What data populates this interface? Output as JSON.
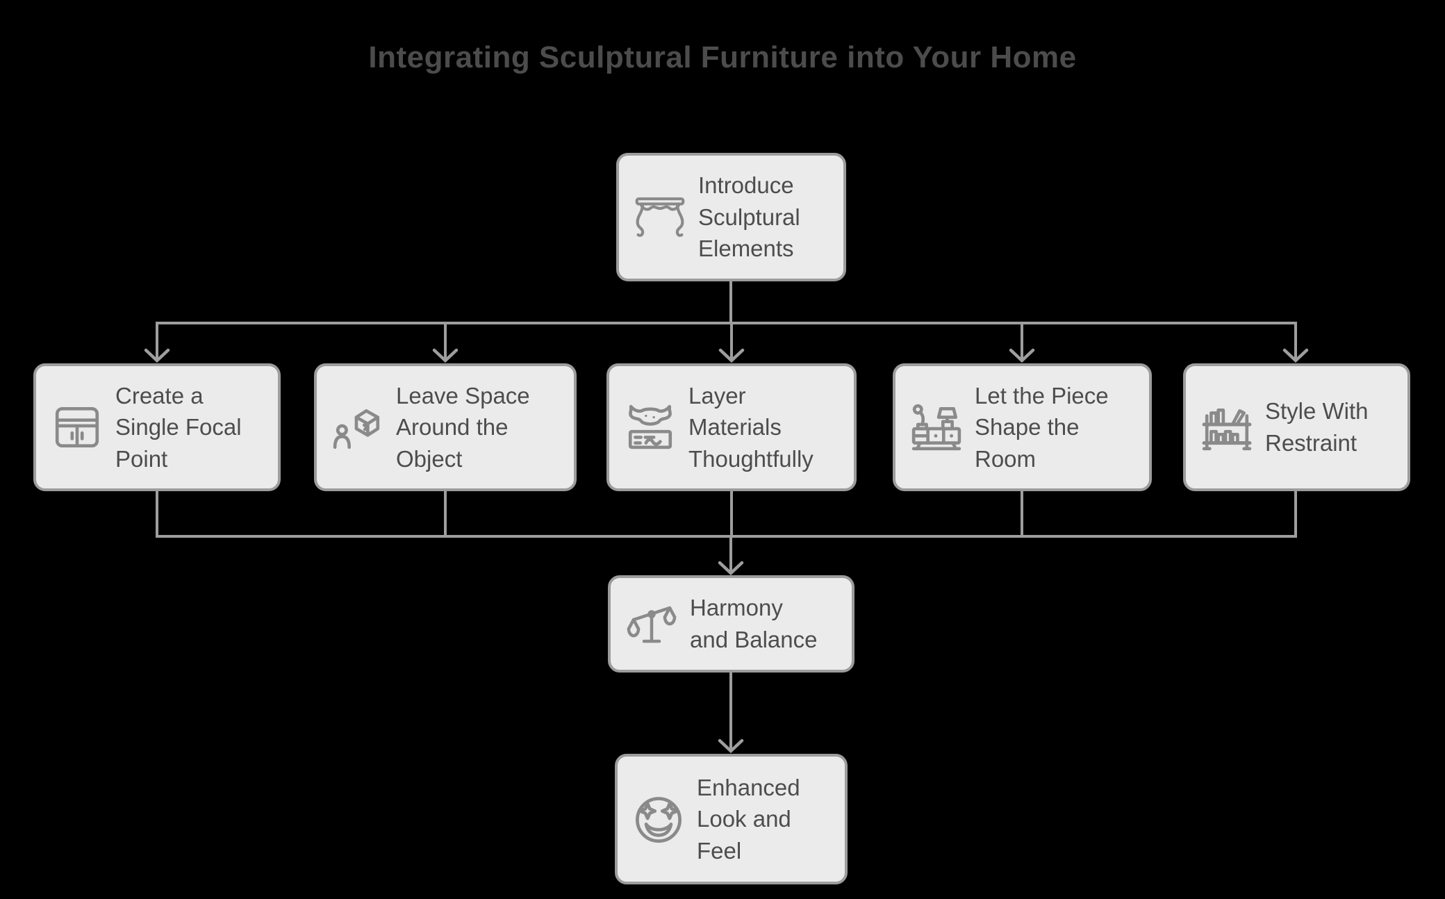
{
  "title": "Integrating Sculptural Furniture into Your Home",
  "colors": {
    "background": "#000000",
    "node_fill": "#ebebeb",
    "node_border": "#9c9c9c",
    "node_text": "#4d4d4d",
    "icon_stroke": "#8a8a8a",
    "connector": "#9e9e9e",
    "title_text": "#4c4c4c"
  },
  "nodes": {
    "intro": {
      "label": "Introduce\nSculptural\nElements",
      "icon": "console-table-icon"
    },
    "focal": {
      "label": "Create a\nSingle Focal\nPoint",
      "icon": "cabinet-icon"
    },
    "space": {
      "label": "Leave Space\nAround the\nObject",
      "icon": "person-cube-icon"
    },
    "materials": {
      "label": "Layer\nMaterials\nThoughtfully",
      "icon": "cowhide-rug-icon"
    },
    "shape": {
      "label": "Let the Piece\nShape the\nRoom",
      "icon": "sideboard-lamp-icon"
    },
    "restraint": {
      "label": "Style With\nRestraint",
      "icon": "bookshelf-icon"
    },
    "harmony": {
      "label": "Harmony\nand Balance",
      "icon": "balance-scale-icon"
    },
    "enhanced": {
      "label": "Enhanced\nLook and\nFeel",
      "icon": "starstruck-face-icon"
    }
  },
  "edges": [
    {
      "from": "intro",
      "to": "focal"
    },
    {
      "from": "intro",
      "to": "space"
    },
    {
      "from": "intro",
      "to": "materials"
    },
    {
      "from": "intro",
      "to": "shape"
    },
    {
      "from": "intro",
      "to": "restraint"
    },
    {
      "from": "focal",
      "to": "harmony"
    },
    {
      "from": "space",
      "to": "harmony"
    },
    {
      "from": "materials",
      "to": "harmony"
    },
    {
      "from": "shape",
      "to": "harmony"
    },
    {
      "from": "restraint",
      "to": "harmony"
    },
    {
      "from": "harmony",
      "to": "enhanced"
    }
  ]
}
